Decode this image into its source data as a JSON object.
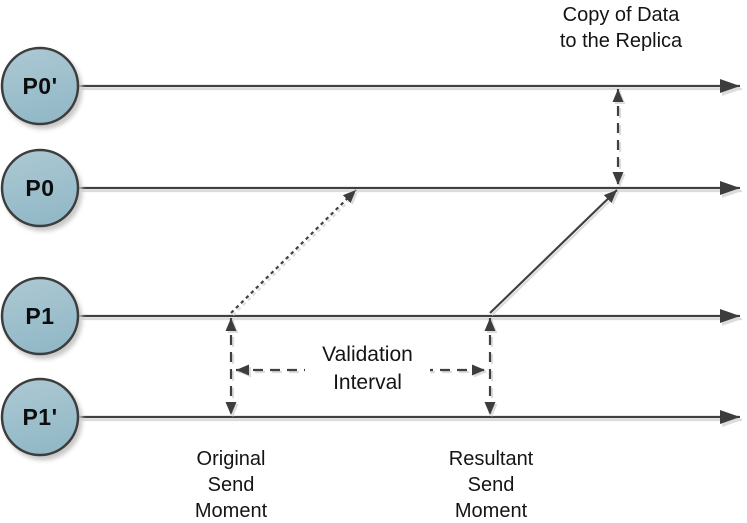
{
  "diagram": {
    "type": "replication-timing-diagram",
    "processes": [
      {
        "label": "P0'"
      },
      {
        "label": "P0"
      },
      {
        "label": "P1"
      },
      {
        "label": "P1'"
      }
    ],
    "annotations": {
      "copy_of_data": "Copy of Data\nto the Replica",
      "validation_interval": "Validation\nInterval",
      "original_send": "Original\nSend\nMoment",
      "resultant_send": "Resultant\nSend\nMoment"
    },
    "colors": {
      "line": "#404040",
      "arrowhead": "#3d3d3d",
      "circle_fill_top": "#adc9d4",
      "circle_fill_bottom": "#93b9c7",
      "circle_border": "#3d3d3d",
      "text": "#141414",
      "background": "#ffffff",
      "shadow": "#dcdcdc"
    }
  }
}
